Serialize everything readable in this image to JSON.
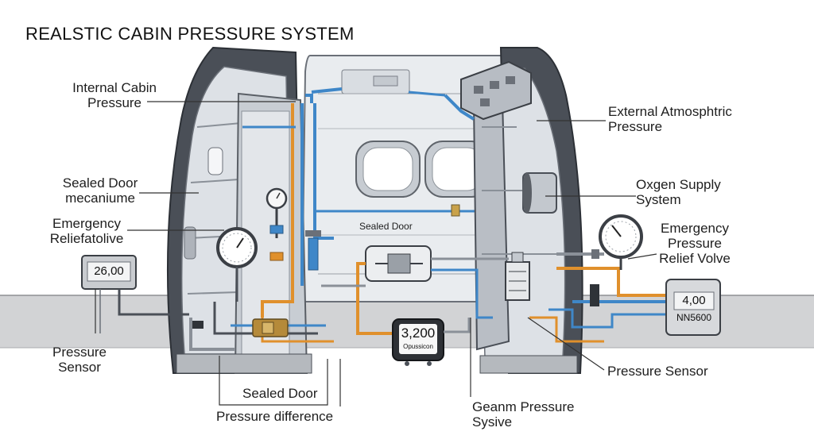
{
  "title": "REALSTIC CABIN PRESSURE SYSTEM",
  "labels": {
    "internal_cabin_pressure": "Internal Cabin\nPressure",
    "sealed_door_mechanism": "Sealed Door\nmecaniume",
    "emergency_relief_left": "Emergency\nReliefatolive",
    "pressure_sensor_left": "Pressure\nSensor",
    "sealed_door_bottom": "Sealed Door",
    "pressure_difference": "Pressure difference",
    "external_atmospheric": "External Atmosphtric\nPressure",
    "oxygen_supply": "Oxgen Supply\nSystem",
    "emergency_relief_right": "Emergency\nPressure\nRelief Volve",
    "pressure_sensor_right": "Pressure Sensor",
    "geanm_pressure": "Geanm Pressure\nSysive",
    "sealed_door_center": "Sealed Door"
  },
  "displays": {
    "left_readout": "26,00",
    "center_value": "3,200",
    "center_sub": "Opussicon",
    "right_value": "4,00",
    "right_sub": "NN5600"
  },
  "colors": {
    "pipe_orange": "#e0902c",
    "pipe_blue": "#3f87c8",
    "shell_dark": "#4a4f57",
    "panel": "#e6e9ed"
  }
}
